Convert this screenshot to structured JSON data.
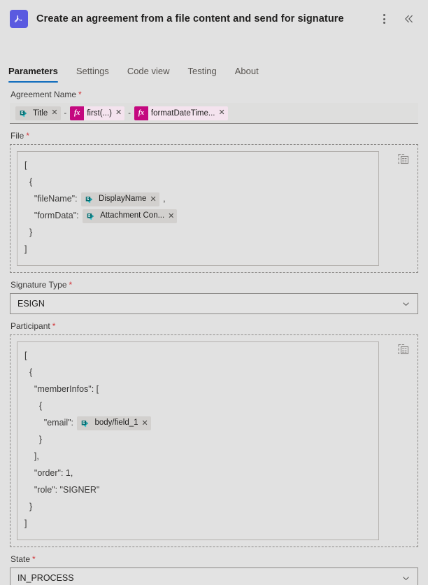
{
  "header": {
    "app_icon": "adobe-acrobat-icon",
    "title": "Create an agreement from a file content and send for signature",
    "more_menu": "more-options-icon",
    "collapse": "collapse-panel-icon"
  },
  "tabs": [
    {
      "label": "Parameters",
      "active": true
    },
    {
      "label": "Settings",
      "active": false
    },
    {
      "label": "Code view",
      "active": false
    },
    {
      "label": "Testing",
      "active": false
    },
    {
      "label": "About",
      "active": false
    }
  ],
  "fields": {
    "agreement_name": {
      "label": "Agreement Name",
      "required": "*",
      "tokens": [
        {
          "kind": "sharepoint",
          "label": "Title",
          "close": "✕"
        },
        {
          "sep": "-"
        },
        {
          "kind": "expression",
          "badge": "fx",
          "label": "first(...)",
          "close": "✕"
        },
        {
          "sep": "-"
        },
        {
          "kind": "expression",
          "badge": "fx",
          "label": "formatDateTime...",
          "close": "✕"
        }
      ]
    },
    "file": {
      "label": "File",
      "required": "*",
      "dynamic_button": "dynamic-content-icon",
      "lines": [
        {
          "text": "["
        },
        {
          "text": "  {"
        },
        {
          "text": "    \"fileName\": ",
          "token": {
            "kind": "sharepoint",
            "label": "DisplayName",
            "close": "✕"
          },
          "after": " ,"
        },
        {
          "text": "    \"formData\": ",
          "token": {
            "kind": "sharepoint",
            "label": "Attachment Con...",
            "close": "✕"
          },
          "after": ""
        },
        {
          "text": "  }"
        },
        {
          "text": "]"
        }
      ]
    },
    "signature_type": {
      "label": "Signature Type",
      "required": "*",
      "value": "ESIGN",
      "chevron": "chevron-down-icon"
    },
    "participant": {
      "label": "Participant",
      "required": "*",
      "dynamic_button": "dynamic-content-icon",
      "lines": [
        {
          "text": "["
        },
        {
          "text": "  {"
        },
        {
          "text": "    \"memberInfos\": ["
        },
        {
          "text": "      {"
        },
        {
          "text": "        \"email\": ",
          "token": {
            "kind": "sharepoint",
            "label": "body/field_1",
            "close": "✕"
          },
          "after": ""
        },
        {
          "text": "      }"
        },
        {
          "text": "    ],"
        },
        {
          "text": "    \"order\": 1,"
        },
        {
          "text": "    \"role\": \"SIGNER\""
        },
        {
          "text": "  }"
        },
        {
          "text": "]"
        }
      ]
    },
    "state": {
      "label": "State",
      "required": "*",
      "value": "IN_PROCESS",
      "chevron": "chevron-down-icon"
    }
  },
  "colors": {
    "background": "#e1e1e1",
    "accent": "#0f6cbd",
    "required": "#d13438",
    "expression_badge": "#c4087f",
    "expression_pill": "#f4e3ee",
    "sharepoint": "#0b8ca8",
    "app_icon": "#5a5ae0"
  }
}
